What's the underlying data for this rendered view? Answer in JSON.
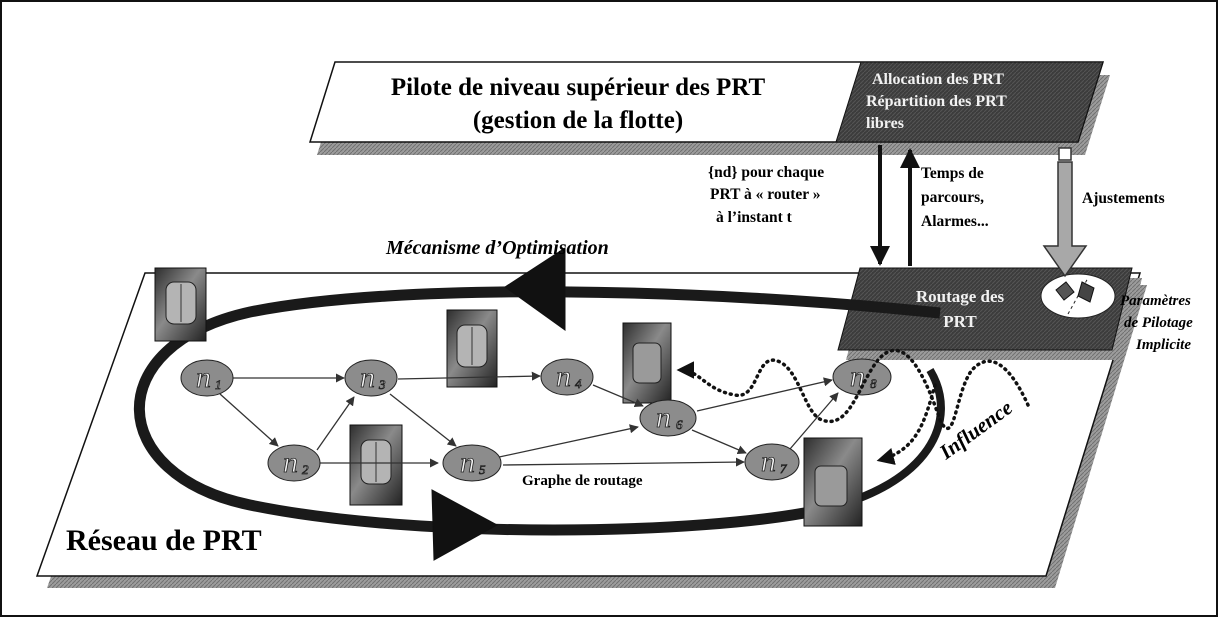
{
  "top_box": {
    "line1": "Pilote de niveau supérieur des PRT",
    "line2": "(gestion de la flotte)",
    "dark_line1": "Allocation des PRT",
    "dark_line2": "Répartition des PRT",
    "dark_line3": "libres"
  },
  "arrows": {
    "down_line1": "{nd} pour chaque",
    "down_line2": "PRT à « router »",
    "down_line3": "à l’instant t",
    "up_line1": "Temps de",
    "up_line2": "parcours,",
    "up_line3": "Alarmes...",
    "adjust": "Ajustements"
  },
  "routing_box": {
    "line1": "Routage des",
    "line2": "PRT"
  },
  "params": {
    "line1": "Paramètres",
    "line2": "de Pilotage",
    "line3": "Implicite"
  },
  "optimisation_label": "Mécanisme d’Optimisation",
  "influence_label": "Influence",
  "graph_label": "Graphe de routage",
  "network_label": "Réseau de PRT",
  "nodes": [
    {
      "base": "n",
      "sub": "1"
    },
    {
      "base": "n",
      "sub": "2"
    },
    {
      "base": "n",
      "sub": "3"
    },
    {
      "base": "n",
      "sub": "4"
    },
    {
      "base": "n",
      "sub": "5"
    },
    {
      "base": "n",
      "sub": "6"
    },
    {
      "base": "n",
      "sub": "7"
    },
    {
      "base": "n",
      "sub": "8"
    }
  ],
  "colors": {
    "node_fill": "#8c8c8c",
    "dark_panel": "#3a3a3a",
    "loop": "#1a1a1a",
    "shadow": "#9a9a9a"
  }
}
